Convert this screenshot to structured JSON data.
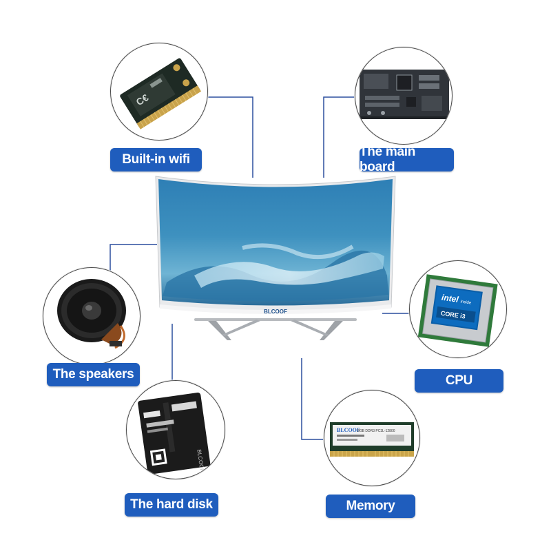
{
  "features": {
    "wifi": {
      "label": "Built-in wifi",
      "icon": "wifi-card-icon"
    },
    "mainboard": {
      "label": "The main board",
      "icon": "motherboard-icon"
    },
    "speakers": {
      "label": "The speakers",
      "icon": "speaker-icon"
    },
    "cpu": {
      "label": "CPU",
      "icon": "cpu-chip-icon"
    },
    "hard_disk": {
      "label": "The hard disk",
      "icon": "ssd-icon"
    },
    "memory": {
      "label": "Memory",
      "icon": "ram-module-icon"
    }
  },
  "monitor": {
    "brand": "BLCOOF",
    "icon": "curved-monitor-icon"
  },
  "component_text": {
    "cpu_brand": "intel",
    "cpu_inside": "inside",
    "cpu_model": "CORE i3",
    "ram_brand": "BLCOOF",
    "ram_spec": "8GB DDR3 PC3L-12800",
    "ssd_brand": "BLCOOF"
  },
  "colors": {
    "label_bg": "#1f5dbd",
    "label_text": "#ffffff",
    "connector": "#2b4f9e",
    "screen_sea": "#3a86b8",
    "screen_deep": "#1b5e86",
    "frame": "#e9eaec"
  }
}
